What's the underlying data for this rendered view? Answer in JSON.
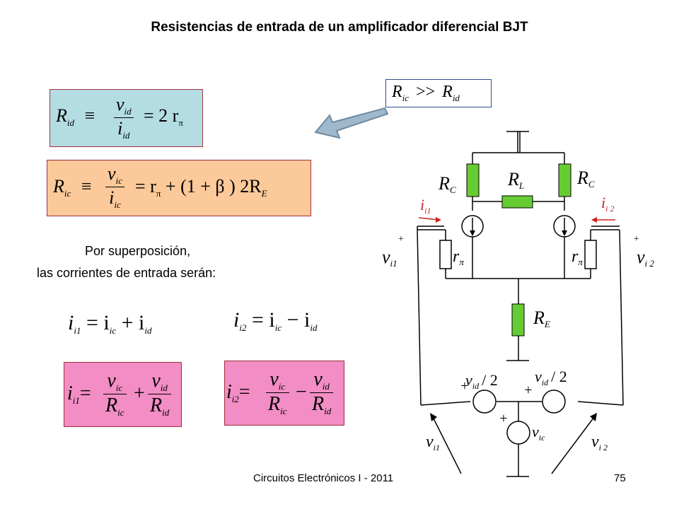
{
  "title": "Resistencias de entrada de un amplificador diferencial BJT",
  "equations": {
    "rid": {
      "lhs": "R",
      "lhs_sub": "id",
      "sym": "≡",
      "num": "v",
      "num_sub": "id",
      "den": "i",
      "den_sub": "id",
      "rhs": "= 2 r",
      "rhs_sub": "π"
    },
    "ric": {
      "lhs": "R",
      "lhs_sub": "ic",
      "sym": "≡",
      "num": "v",
      "num_sub": "ic",
      "den": "i",
      "den_sub": "ic",
      "rhs": "= r",
      "rhs_sub": "π",
      "rhs2": "+ (1 + β ) 2R",
      "rhs2_sub": "E"
    },
    "compare": {
      "a": "R",
      "a_sub": "ic",
      "op": ">>",
      "b": "R",
      "b_sub": "id"
    },
    "i1": {
      "lhs": "i",
      "lhs_sub": "i1",
      "rhs": "= i",
      "rhs_sub": "ic",
      "op": "+ i",
      "op_sub": "id"
    },
    "i2": {
      "lhs": "i",
      "lhs_sub": "i2",
      "rhs": "= i",
      "rhs_sub": "ic",
      "op": "− i",
      "op_sub": "id"
    },
    "i1_frac": {
      "lhs": "i",
      "lhs_sub": "i1",
      "eq": "=",
      "n1": "v",
      "n1_sub": "ic",
      "d1": "R",
      "d1_sub": "ic",
      "op": "+",
      "n2": "v",
      "n2_sub": "id",
      "d2": "R",
      "d2_sub": "id"
    },
    "i2_frac": {
      "lhs": "i",
      "lhs_sub": "i2",
      "eq": "=",
      "n1": "v",
      "n1_sub": "ic",
      "d1": "R",
      "d1_sub": "ic",
      "op": "−",
      "n2": "v",
      "n2_sub": "id",
      "d2": "R",
      "d2_sub": "id"
    }
  },
  "text": {
    "superposition_1": "Por superposición,",
    "superposition_2": "las corrientes de entrada serán:"
  },
  "circuit": {
    "rc_left": "R",
    "rc_left_sub": "C",
    "rc_right": "R",
    "rc_right_sub": "C",
    "rl": "R",
    "rl_sub": "L",
    "re": "R",
    "re_sub": "E",
    "ii1": "i",
    "ii1_sub": "i1",
    "ii2": "i",
    "ii2_sub": "i 2",
    "rpi_left": "r",
    "rpi_left_sub": "π",
    "rpi_right": "r",
    "rpi_right_sub": "π",
    "vi1": "v",
    "vi1_sub": "i1",
    "vi2": "v",
    "vi2_sub": "i 2",
    "plus": "+",
    "vid_half_left": "v",
    "vid_half_left_sub": "id",
    "vid_half_left_tail": "/ 2",
    "vid_half_right": "v",
    "vid_half_right_sub": "id",
    "vid_half_right_tail": "/ 2",
    "vic": "v",
    "vic_sub": "ic",
    "vi1_bottom": "v",
    "vi1_bottom_sub": "i1",
    "vi2_bottom": "v",
    "vi2_bottom_sub": "i 2"
  },
  "footer": {
    "course": "Circuitos Electrónicos I - 2011",
    "page": "75"
  },
  "colors": {
    "blue_box": "#b4dde3",
    "orange_box": "#fcc99a",
    "pink_box": "#f28dc5",
    "green": "#66cc33",
    "arrow": "#9fb8cc"
  }
}
